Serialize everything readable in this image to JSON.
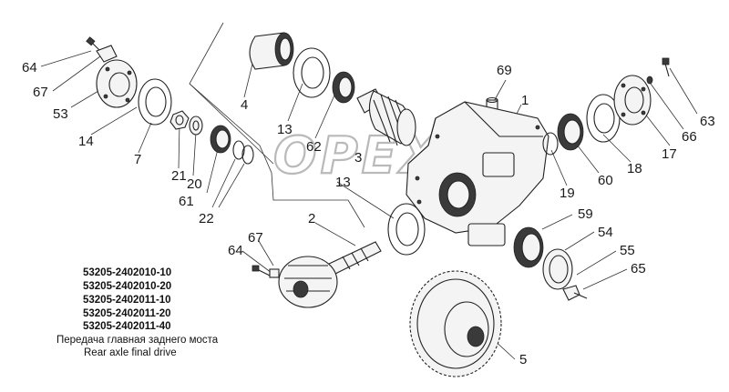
{
  "watermark": "OPEX",
  "callouts": [
    {
      "id": "c64a",
      "text": "64"
    },
    {
      "id": "c67a",
      "text": "67"
    },
    {
      "id": "c53",
      "text": "53"
    },
    {
      "id": "c14",
      "text": "14"
    },
    {
      "id": "c7",
      "text": "7"
    },
    {
      "id": "c4",
      "text": "4"
    },
    {
      "id": "c13a",
      "text": "13"
    },
    {
      "id": "c62",
      "text": "62"
    },
    {
      "id": "c3",
      "text": "3"
    },
    {
      "id": "c21",
      "text": "21"
    },
    {
      "id": "c20",
      "text": "20"
    },
    {
      "id": "c61",
      "text": "61"
    },
    {
      "id": "c22",
      "text": "22"
    },
    {
      "id": "c13b",
      "text": "13"
    },
    {
      "id": "c2",
      "text": "2"
    },
    {
      "id": "c69",
      "text": "69"
    },
    {
      "id": "c1",
      "text": "1"
    },
    {
      "id": "c63",
      "text": "63"
    },
    {
      "id": "c66",
      "text": "66"
    },
    {
      "id": "c17",
      "text": "17"
    },
    {
      "id": "c18",
      "text": "18"
    },
    {
      "id": "c60",
      "text": "60"
    },
    {
      "id": "c19",
      "text": "19"
    },
    {
      "id": "c59",
      "text": "59"
    },
    {
      "id": "c54",
      "text": "54"
    },
    {
      "id": "c55",
      "text": "55"
    },
    {
      "id": "c65",
      "text": "65"
    },
    {
      "id": "c64b",
      "text": "64"
    },
    {
      "id": "c67b",
      "text": "67"
    },
    {
      "id": "c5",
      "text": "5"
    }
  ],
  "caption": {
    "part_numbers": [
      "53205-2402010-10",
      "53205-2402010-20",
      "53205-2402011-10",
      "53205-2402011-20",
      "53205-2402011-40"
    ],
    "title_ru": "Передача главная заднего моста",
    "title_en": "Rear axle final drive"
  }
}
